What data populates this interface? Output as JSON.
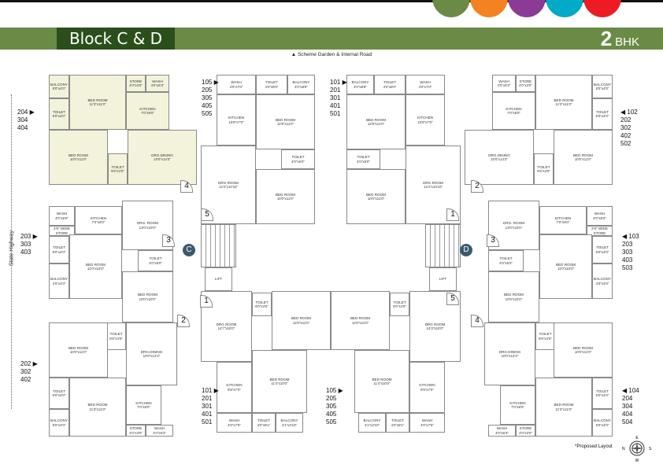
{
  "header": {
    "title": "Block C & D",
    "bhk_number": "2",
    "bhk_label": "BHK",
    "road_label": "▲ Scheme Garden & Internal Road"
  },
  "brand_colors": [
    "#6a8b45",
    "#f58220",
    "#8b3a96",
    "#00aac8",
    "#ed1c24"
  ],
  "side_label": "State Highway",
  "note": "*Proposed Layout",
  "compass": {
    "n": "N",
    "s": "S",
    "e": "E",
    "w": "W"
  },
  "blocks": [
    "C",
    "D"
  ],
  "doors": [
    "4",
    "5",
    "3",
    "1",
    "2",
    "1",
    "2",
    "3",
    "5",
    "4"
  ],
  "lift": "LIFT",
  "units": [
    {
      "flats": [
        "204 ▶",
        "304",
        "404"
      ],
      "rooms": [
        [
          "Balcony",
          "5'0\"x4'0\""
        ],
        [
          "Bed Room",
          "11'3\"x11'0\""
        ],
        [
          "Store",
          "4'0\"x3'0\""
        ],
        [
          "Wash",
          "4'0\"x6'3\""
        ],
        [
          "Kitchen",
          "7'0\"x8'0\""
        ],
        [
          "Toilet",
          "6'0\"x4'0\""
        ],
        [
          "Bed Room",
          "10'0\"x11'0\""
        ],
        [
          "Toilet",
          "5'6\"x4'0\""
        ],
        [
          "Drg.Dining",
          "10'0\"x14'3\""
        ]
      ]
    },
    {
      "flats": [
        "105 ▶",
        "205",
        "305",
        "405",
        "505"
      ],
      "rooms": [
        [
          "Wash",
          "4'0\"x7'0\""
        ],
        [
          "Toilet",
          "4'0\"x8'0\""
        ],
        [
          "Balcony",
          "4'0\"x8'8\""
        ],
        [
          "Kitchen",
          "10'9\"x7'0\""
        ],
        [
          "Bed Room",
          "12'9\"x11'0\""
        ],
        [
          "Toilet",
          "4'0\"x6'0\""
        ],
        [
          "Drg Room",
          "14'4\"x10'10\""
        ],
        [
          "Bed Room",
          "10'0\"x11'0\""
        ]
      ]
    },
    {
      "flats": [
        "101 ▶",
        "201",
        "301",
        "401",
        "501"
      ],
      "rooms": [
        [
          "Balcony",
          "4'0\"x8'8\""
        ],
        [
          "Toilet",
          "4'0\"x8'0\""
        ],
        [
          "Wash",
          "4'0\"x7'0\""
        ],
        [
          "Bed Room",
          "12'9\"x11'0\""
        ],
        [
          "Kitchen",
          "10'9\"x7'0\""
        ],
        [
          "Toilet",
          "4'0\"x6'0\""
        ],
        [
          "Bed Room",
          "10'0\"x11'0\""
        ],
        [
          "Drg Room",
          "14'4\"x10'10\""
        ]
      ]
    },
    {
      "flats": [
        "◀ 102",
        "202",
        "302",
        "402",
        "502"
      ],
      "rooms": [
        [
          "Wash",
          "4'0\"x6'3\""
        ],
        [
          "Store",
          "4'0\"x3'0\""
        ],
        [
          "Bed Room",
          "11'3\"x11'0\""
        ],
        [
          "Balcony",
          "5'0\"x4'0\""
        ],
        [
          "Kitchen",
          "7'0\"x8'0\""
        ],
        [
          "Toilet",
          "6'0\"x4'0\""
        ],
        [
          "Drg.Dining",
          "10'0\"x14'3\""
        ],
        [
          "Toilet",
          "5'6\"x4'0\""
        ],
        [
          "Bed Room",
          "10'0\"x11'0\""
        ]
      ]
    },
    {
      "flats": [
        "203 ▶",
        "303",
        "403"
      ],
      "rooms": [
        [
          "Drg. Room",
          "13'0\"x10'0\""
        ],
        [
          "Wash",
          "4'0\"x6'0\""
        ],
        [
          "Kitchen",
          "7'0\"x9'0\""
        ],
        [
          "2'6\" Wide Store",
          ""
        ],
        [
          "Toilet",
          "6'0\"x4'0\""
        ],
        [
          "Bed Room",
          "11'0\"x10'0\""
        ],
        [
          "Balcony",
          "4'0\"x4'0\""
        ],
        [
          "Toilet",
          "4'0\"x5'0\""
        ],
        [
          "Bed Room",
          "10'0\"x10'0\""
        ]
      ]
    },
    {
      "flats": [
        "◀ 103",
        "203",
        "303",
        "403",
        "503"
      ],
      "rooms": [
        [
          "Drg. Room",
          "13'0\"x10'0\""
        ],
        [
          "Wash",
          "4'0\"x6'0\""
        ],
        [
          "Kitchen",
          "7'0\"x9'0\""
        ],
        [
          "2'6\" Wide Store",
          ""
        ],
        [
          "Toilet",
          "6'0\"x4'0\""
        ],
        [
          "Bed Room",
          "11'0\"x10'0\""
        ],
        [
          "Balcony",
          "4'0\"x4'0\""
        ],
        [
          "Toilet",
          "4'0\"x5'0\""
        ],
        [
          "Bed Room",
          "10'0\"x10'0\""
        ]
      ]
    },
    {
      "flats": [
        "202 ▶",
        "302",
        "402"
      ],
      "rooms": [
        [
          "Toilet",
          "5'6\"x4'0\""
        ],
        [
          "Drg.Dining",
          "10'0\"x14'3\""
        ],
        [
          "Bed Room",
          "10'0\"x11'0\""
        ],
        [
          "Toilet",
          "6'0\"x4'0\""
        ],
        [
          "Bed Room",
          "11'3\"x11'0\""
        ],
        [
          "Balcony",
          "5'0\"x4'0\""
        ],
        [
          "Kitchen",
          "7'0\"x8'0\""
        ],
        [
          "Store",
          "4'0\"x3'0\""
        ],
        [
          "Wash",
          "4'0\"x6'3\""
        ]
      ]
    },
    {
      "flats": [
        "◀ 104",
        "204",
        "304",
        "404",
        "504"
      ],
      "rooms": [
        [
          "Toilet",
          "5'6\"x4'0\""
        ],
        [
          "Drg.Dining",
          "10'0\"x14'3\""
        ],
        [
          "Bed Room",
          "10'0\"x11'0\""
        ],
        [
          "Toilet",
          "6'0\"x4'0\""
        ],
        [
          "Bed Room",
          "11'3\"x11'0\""
        ],
        [
          "Balcony",
          "5'0\"x4'0\""
        ],
        [
          "Kitchen",
          "7'0\"x8'0\""
        ],
        [
          "Store",
          "4'0\"x3'0\""
        ],
        [
          "Wash",
          "4'0\"x6'3\""
        ]
      ]
    },
    {
      "flats": [
        "101 ▶",
        "201",
        "301",
        "401",
        "501"
      ],
      "rooms": [
        [
          "Drg Room",
          "14'7\"x10'0\""
        ],
        [
          "Toilet",
          "6'0\"x4'0\""
        ],
        [
          "Bed Room",
          "12'0\"x11'0\""
        ],
        [
          "Kitchen",
          "8'9\"x7'0\""
        ],
        [
          "Bed Room",
          "11'4\"x10'0\""
        ],
        [
          "Wash",
          "4'0\"x7'0\""
        ],
        [
          "Toilet",
          "4'0\"x8'1\""
        ],
        [
          "Balcony",
          "4'1\"x3'10\""
        ]
      ]
    },
    {
      "flats": [
        "105 ▶",
        "205",
        "305",
        "405",
        "505"
      ],
      "rooms": [
        [
          "Drg Room",
          "14'3\"x10'0\""
        ],
        [
          "Toilet",
          "6'0\"x4'0\""
        ],
        [
          "Bed Room",
          "12'0\"x11'0\""
        ],
        [
          "Kitchen",
          "8'9\"x7'0\""
        ],
        [
          "Bed Room",
          "11'4\"x10'0\""
        ],
        [
          "Wash",
          "4'0\"x7'0\""
        ],
        [
          "Toilet",
          "4'0\"x8'1\""
        ],
        [
          "Balcony",
          "4'1\"x3'10\""
        ]
      ]
    }
  ]
}
